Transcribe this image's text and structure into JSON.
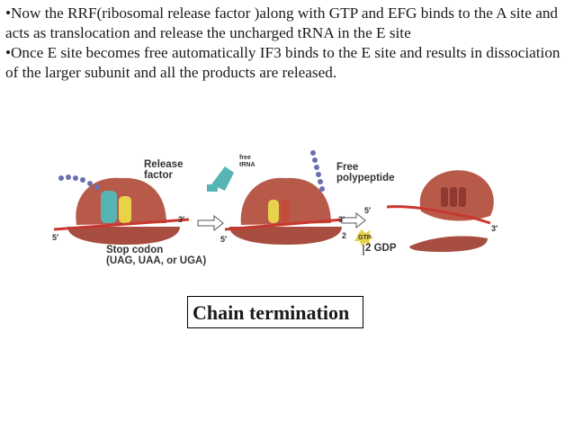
{
  "bullets": [
    "•Now the RRF(ribosomal release factor )along with GTP and EFG binds to the A site and acts as translocation and release the uncharged tRNA in the E site",
    "•Once E site becomes free automatically IF3 binds to the E site and results in dissociation of the larger subunit and all the products are released."
  ],
  "figure": {
    "release_factor_label": "Release factor",
    "release_factor_l1": "Release",
    "release_factor_l2": "factor",
    "free_trna_l1": "free",
    "free_trna_l2": "tRNA",
    "free_polypeptide_l1": "Free",
    "free_polypeptide_l2": "polypeptide",
    "stop_codon_l1": "Stop codon",
    "stop_codon_l2": "(UAG, UAA, or UGA)",
    "three_prime": "3′",
    "five_prime": "5′",
    "gtp": "GTP",
    "two": "2",
    "two_gdp": "2 GDP",
    "colors": {
      "ribosome": "#b85a4a",
      "mrna": "#c8372d",
      "release_factor": "#e8d24a",
      "trna_teal": "#56b5b2",
      "polypeptide": "#6b6fb0"
    }
  },
  "caption": "Chain termination"
}
